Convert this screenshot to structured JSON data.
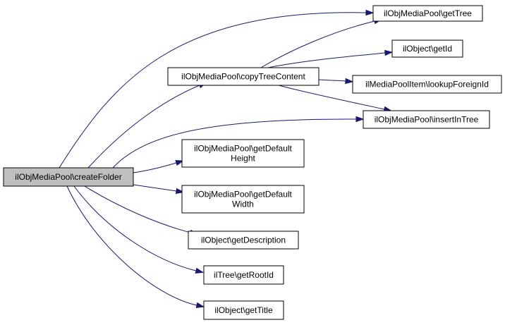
{
  "colors": {
    "edge": "#191970",
    "root_fill": "#bfbfbf",
    "node_fill": "#ffffff",
    "border": "#000000"
  },
  "nodes": {
    "createFolder": {
      "lines": [
        "ilObjMediaPool\\createFolder"
      ]
    },
    "getTree": {
      "lines": [
        "ilObjMediaPool\\getTree"
      ]
    },
    "copyTreeContent": {
      "lines": [
        "ilObjMediaPool\\copyTreeContent"
      ]
    },
    "getId": {
      "lines": [
        "ilObject\\getId"
      ]
    },
    "lookupForeignId": {
      "lines": [
        "ilMediaPoolItem\\lookupForeignId"
      ]
    },
    "insertInTree": {
      "lines": [
        "ilObjMediaPool\\insertInTree"
      ]
    },
    "getDefaultHeight": {
      "lines": [
        "ilObjMediaPool\\getDefault",
        "Height"
      ]
    },
    "getDefaultWidth": {
      "lines": [
        "ilObjMediaPool\\getDefault",
        "Width"
      ]
    },
    "getDescription": {
      "lines": [
        "ilObject\\getDescription"
      ]
    },
    "getRootId": {
      "lines": [
        "ilTree\\getRootId"
      ]
    },
    "getTitle": {
      "lines": [
        "ilObject\\getTitle"
      ]
    }
  },
  "edges": [
    {
      "from": "createFolder",
      "to": "getTree"
    },
    {
      "from": "createFolder",
      "to": "copyTreeContent"
    },
    {
      "from": "createFolder",
      "to": "insertInTree"
    },
    {
      "from": "createFolder",
      "to": "getDefaultHeight"
    },
    {
      "from": "createFolder",
      "to": "getDefaultWidth"
    },
    {
      "from": "createFolder",
      "to": "getDescription"
    },
    {
      "from": "createFolder",
      "to": "getRootId"
    },
    {
      "from": "createFolder",
      "to": "getTitle"
    },
    {
      "from": "copyTreeContent",
      "to": "getTree"
    },
    {
      "from": "copyTreeContent",
      "to": "getId"
    },
    {
      "from": "copyTreeContent",
      "to": "lookupForeignId"
    },
    {
      "from": "copyTreeContent",
      "to": "insertInTree"
    }
  ]
}
